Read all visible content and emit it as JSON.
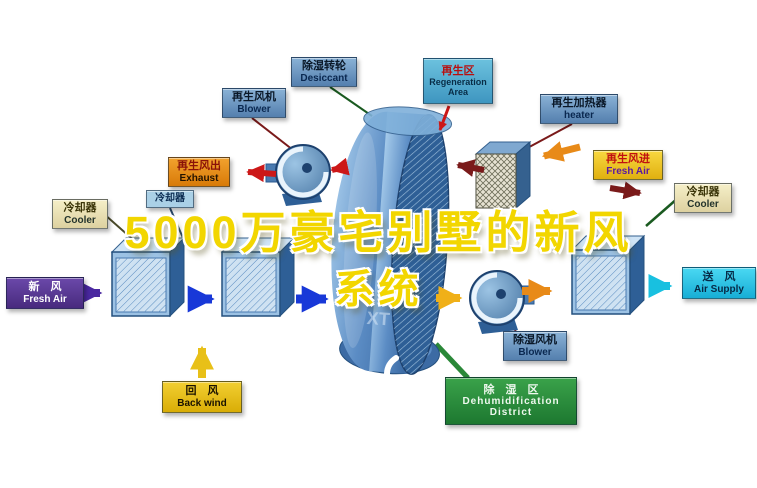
{
  "title": {
    "line1": "5000万豪宅别墅的新风",
    "line2": "系统"
  },
  "labels": {
    "regen_blower": {
      "zh": "再生风机",
      "en": "Blower"
    },
    "desiccant": {
      "zh": "除湿转轮",
      "en": "Desiccant"
    },
    "regen_area": {
      "zh": "再生区",
      "en": "Regeneration Area"
    },
    "heater": {
      "zh": "再生加热器",
      "en": "heater"
    },
    "exhaust": {
      "zh": "再生风出",
      "en": "Exhaust"
    },
    "regen_fresh_air": {
      "zh": "再生风进",
      "en": "Fresh Air"
    },
    "cooler_left": {
      "zh": "冷却器",
      "en": "Cooler"
    },
    "cooler_small": {
      "zh": "冷却器"
    },
    "cooler_right": {
      "zh": "冷却器",
      "en": "Cooler"
    },
    "fresh_air": {
      "zh": "新　风",
      "en": "Fresh Air"
    },
    "air_supply": {
      "zh": "送　风",
      "en": "Air Supply"
    },
    "back_wind": {
      "zh": "回　风",
      "en": "Back wind"
    },
    "dehumid_blower": {
      "zh": "除湿风机",
      "en": "Blower"
    },
    "dehumid_district": {
      "zh": "除　湿　区",
      "en1": "Dehumidification",
      "en2": "District"
    }
  },
  "watermark": "XT",
  "colors": {
    "flow_blue": "#1838d8",
    "flow_purple": "#4a28a0",
    "flow_yellow": "#e8c018",
    "flow_gold": "#f0b018",
    "flow_orange": "#e88a18",
    "flow_cyan": "#18c0e0",
    "flow_red": "#cc1818",
    "flow_maroon": "#7a1a1a",
    "dehumid_green": "#2a8838",
    "unit_blue": "#5b8cc4",
    "title_yellow": "#f2d600"
  }
}
